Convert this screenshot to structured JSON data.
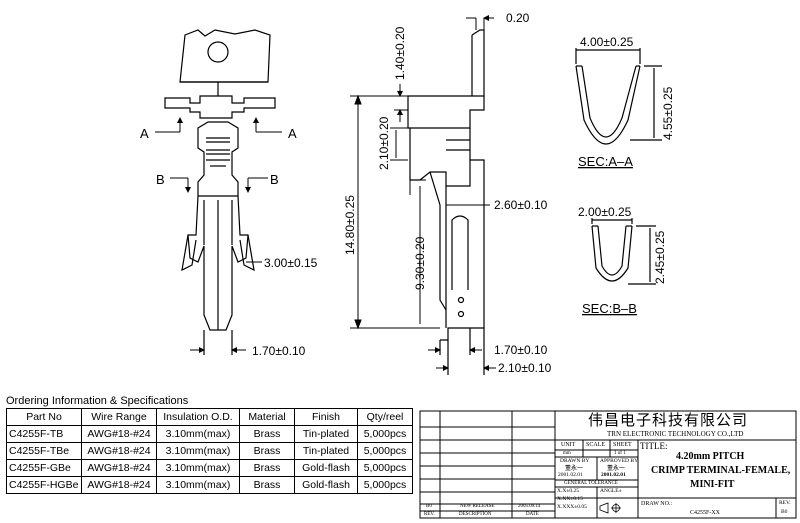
{
  "dimensions": {
    "w300": "3.00±0.15",
    "w170_left": "1.70±0.10",
    "top020": "0.20",
    "h140": "1.40±0.20",
    "h210": "2.10±0.20",
    "h1480": "14.80±0.25",
    "h930": "9.30±0.20",
    "w260": "2.60±0.10",
    "w170_right": "1.70±0.10",
    "w210": "2.10±0.10",
    "secA_w": "4.00±0.25",
    "secA_h": "4.55±0.25",
    "secB_w": "2.00±0.25",
    "secB_h": "2.45±0.25"
  },
  "markers": {
    "a": "A",
    "b": "B"
  },
  "sections": {
    "aa": "SEC:A–A",
    "bb": "SEC:B–B"
  },
  "ordering": {
    "title": "Ordering Information & Specifications",
    "headers": [
      "Part No",
      "Wire Range",
      "Insulation O.D.",
      "Material",
      "Finish",
      "Qty/reel"
    ],
    "rows": [
      [
        "C4255F-TB",
        "AWG#18-#24",
        "3.10mm(max)",
        "Brass",
        "Tin-plated",
        "5,000pcs"
      ],
      [
        "C4255F-TBe",
        "AWG#18-#24",
        "3.10mm(max)",
        "Brass",
        "Tin-plated",
        "5,000pcs"
      ],
      [
        "C4255F-GBe",
        "AWG#18-#24",
        "3.10mm(max)",
        "Brass",
        "Gold-flash",
        "5,000pcs"
      ],
      [
        "C4255F-HGBe",
        "AWG#18-#24",
        "3.10mm(max)",
        "Brass",
        "Gold-flash",
        "5,000pcs"
      ]
    ]
  },
  "title_block": {
    "company_cn": "伟昌电子科技有限公司",
    "company_en": "TRN ELECTRONIC TECHNOLOGY CO.,LTD",
    "title_label": "TITLE:",
    "title_line1": "4.20mm PITCH",
    "title_line2": "CRIMP TERMINAL-FEMALE,",
    "title_line3": "MINI-FIT",
    "unit_label": "UNIT",
    "scale_label": "SCALE",
    "sheet_label": "SHEET",
    "unit_value": "mm",
    "sheet_value": "1 of 1",
    "drawn_by_label": "DRAWN BY",
    "approved_by_label": "APPROVED BY",
    "drawn_by": "董永一",
    "approved_by": "董永一",
    "drawn_date": "2001.02.01",
    "approved_date": "2001.02.01",
    "general_tolerance": "GENERAL TOLERANCE",
    "tol1": "X.X±0.25",
    "tol2": "X.XX±0.15",
    "tol3": "X.XXX±0.05",
    "angle_label": "ANGLE±",
    "rev_code": "B0",
    "new_release": "NEW RELEASE",
    "release_date": "2005.09.14",
    "col_rev": "REV.",
    "col_description": "DESCRIPTION",
    "col_date": "DATE",
    "draw_no_label": "DRAW NO.:",
    "draw_no": "C4255F-XX",
    "rev_label": "REV.",
    "rev_value": "B0"
  }
}
